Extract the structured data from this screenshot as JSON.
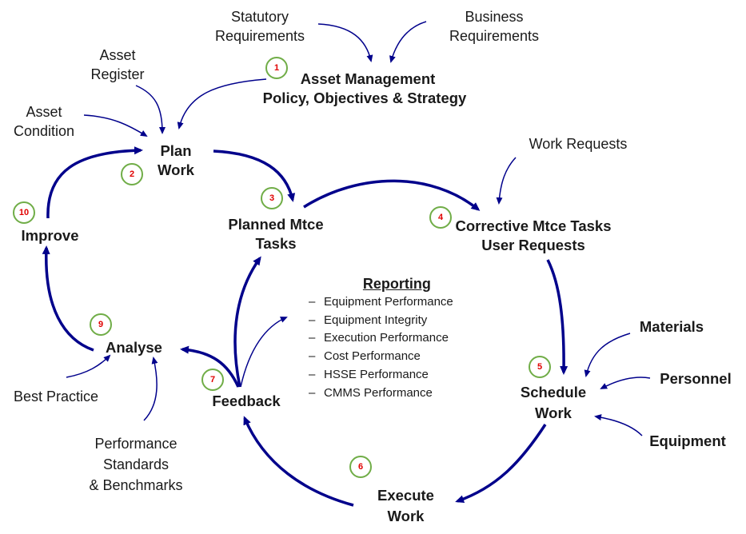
{
  "diagram": {
    "nodes": {
      "policy": {
        "line1": "Asset Management",
        "line2": "Policy, Objectives & Strategy",
        "step": "1"
      },
      "plan": {
        "line1": "Plan",
        "line2": "Work",
        "step": "2"
      },
      "planned": {
        "line1": "Planned Mtce",
        "line2": "Tasks",
        "step": "3"
      },
      "corrective": {
        "line1": "Corrective Mtce Tasks",
        "line2": "User Requests",
        "step": "4"
      },
      "schedule": {
        "line1": "Schedule",
        "line2": "Work",
        "step": "5"
      },
      "execute": {
        "line1": "Execute",
        "line2": "Work",
        "step": "6"
      },
      "feedback": {
        "line1": "Feedback",
        "step": "7"
      },
      "analyse": {
        "line1": "Analyse",
        "step": "9"
      },
      "improve": {
        "line1": "Improve",
        "step": "10"
      }
    },
    "inputs": {
      "statutory": {
        "line1": "Statutory",
        "line2": "Requirements"
      },
      "business": {
        "line1": "Business",
        "line2": "Requirements"
      },
      "asset_register": {
        "line1": "Asset",
        "line2": "Register"
      },
      "asset_condition": {
        "line1": "Asset",
        "line2": "Condition"
      },
      "work_requests": {
        "line1": "Work Requests"
      },
      "materials": {
        "line1": "Materials"
      },
      "personnel": {
        "line1": "Personnel"
      },
      "equipment": {
        "line1": "Equipment"
      },
      "best_practice": {
        "line1": "Best Practice"
      },
      "performance": {
        "line1": "Performance",
        "line2": "Standards",
        "line3": "& Benchmarks"
      }
    },
    "reporting": {
      "title": "Reporting",
      "bullet": "–",
      "items": [
        "Equipment Performance",
        "Equipment Integrity",
        "Execution Performance",
        "Cost Performance",
        "HSSE Performance",
        "CMMS Performance"
      ]
    },
    "colors": {
      "arrow": "#00008b",
      "step_ring": "#70ad47",
      "step_number": "#e00000",
      "text": "#1a1a1a"
    }
  }
}
